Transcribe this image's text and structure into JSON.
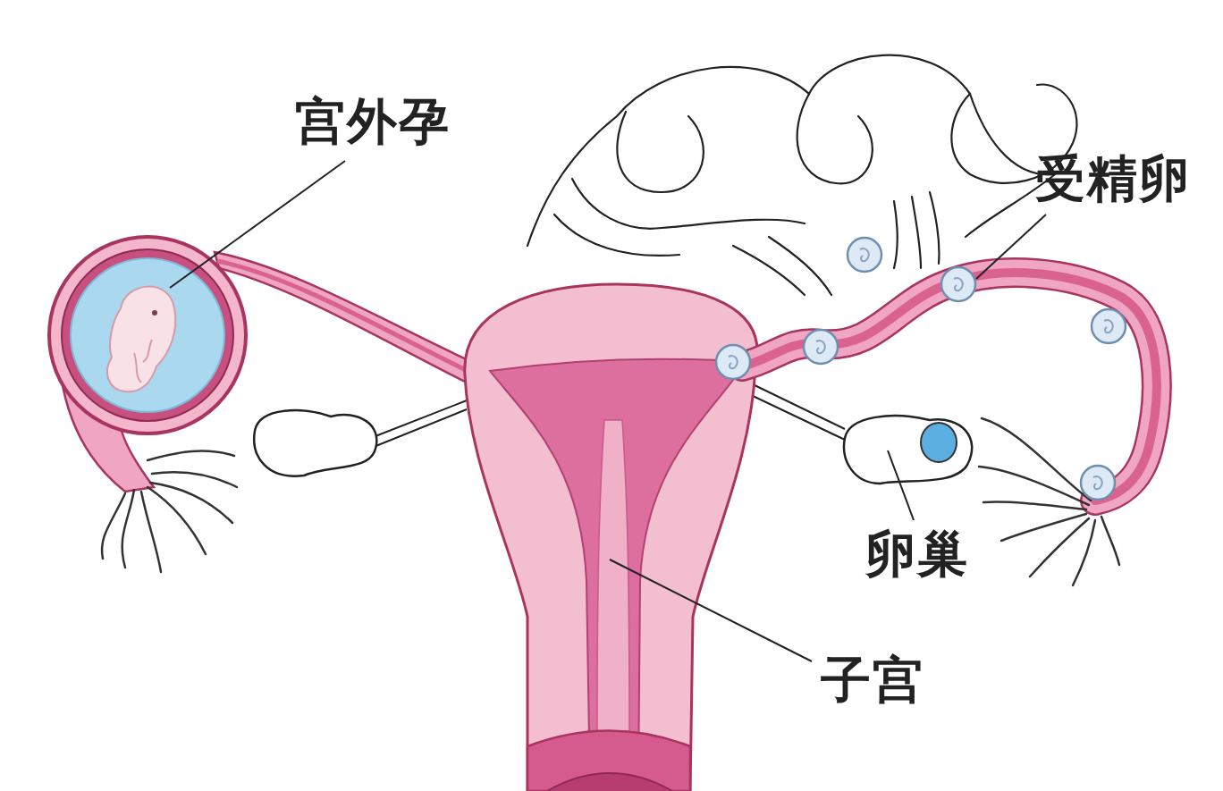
{
  "diagram": {
    "labels": [
      "宫外孕",
      "受精卵",
      "卵巢",
      "子宫"
    ]
  }
}
